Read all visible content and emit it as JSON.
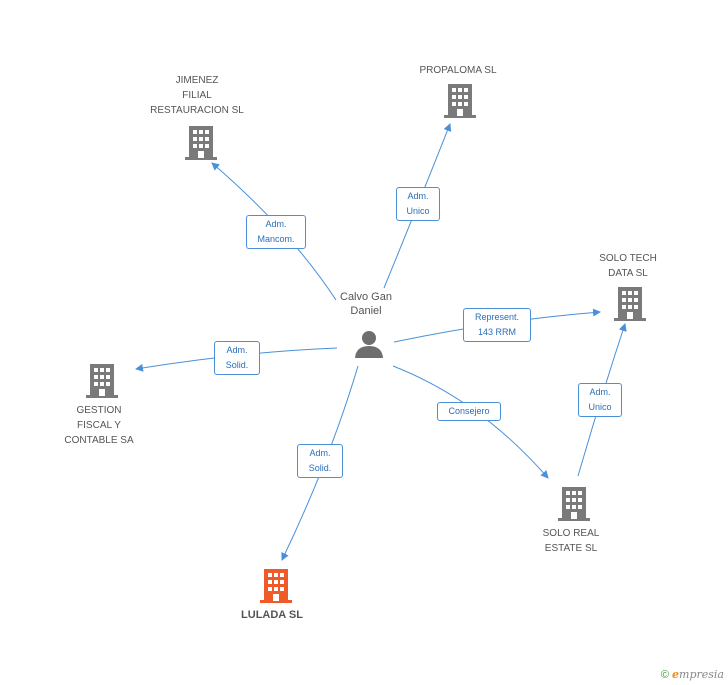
{
  "center": {
    "label_line1": "Calvo Gan",
    "label_line2": "Daniel"
  },
  "nodes": {
    "jimenez": {
      "lines": [
        "JIMENEZ",
        "FILIAL",
        "RESTAURACION SL"
      ]
    },
    "propaloma": {
      "lines": [
        "PROPALOMA SL"
      ]
    },
    "solo_tech": {
      "lines": [
        "SOLO TECH",
        "DATA SL"
      ]
    },
    "gestion": {
      "lines": [
        "GESTION",
        "FISCAL Y",
        "CONTABLE SA"
      ]
    },
    "solo_real": {
      "lines": [
        "SOLO REAL",
        "ESTATE SL"
      ]
    },
    "lulada": {
      "lines": [
        "LULADA SL"
      ]
    }
  },
  "edges": {
    "jimenez": [
      "Adm.",
      "Mancom."
    ],
    "propaloma": [
      "Adm.",
      "Unico"
    ],
    "solo_tech": [
      "Represent.",
      "143 RRM"
    ],
    "gestion": [
      "Adm.",
      "Solid."
    ],
    "solo_real": [
      "Consejero"
    ],
    "lulada": [
      "Adm.",
      "Solid."
    ],
    "real_to_tech": [
      "Adm.",
      "Unico"
    ]
  },
  "footer": {
    "copyright": "©",
    "brand": "mpresia",
    "brand_initial": "e"
  },
  "colors": {
    "edge": "#4a90d9",
    "building": "#7a7a7a",
    "highlight": "#f05a28",
    "person": "#6e6e6e"
  }
}
